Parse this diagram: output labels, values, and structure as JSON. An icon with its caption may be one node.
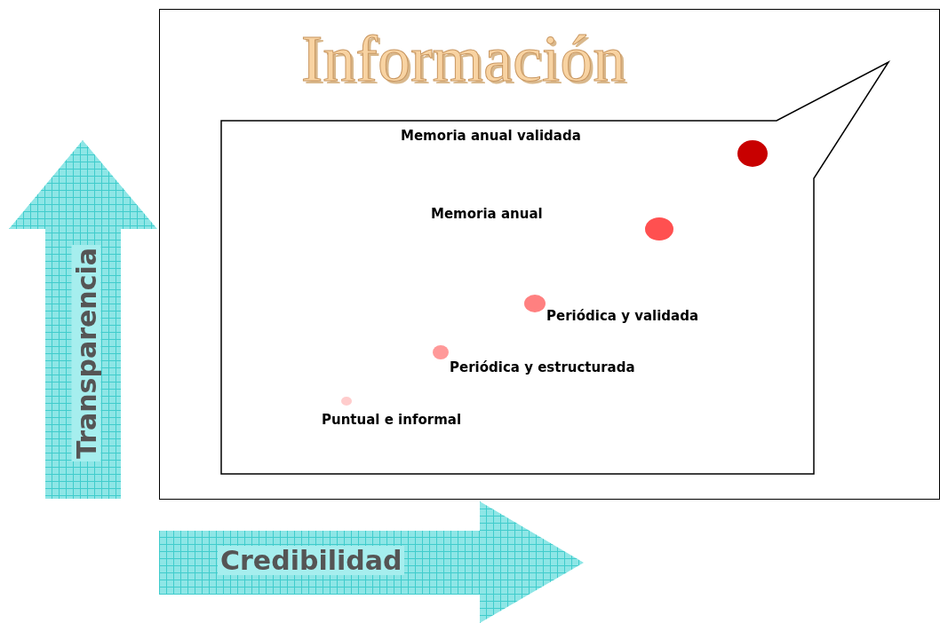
{
  "diagram": {
    "nodes": [
      {
        "text": [
          "Información"
        ]
      },
      {
        "text": [
          "Memoria anual validada",
          "Memoria anual",
          "Periódica y validada",
          "Periódica y estructurada",
          "Puntual e informal"
        ],
        "in": 0
      },
      {
        "text": [
          "Transparencia"
        ]
      },
      {
        "text": [
          "Credibilidad"
        ]
      }
    ]
  }
}
